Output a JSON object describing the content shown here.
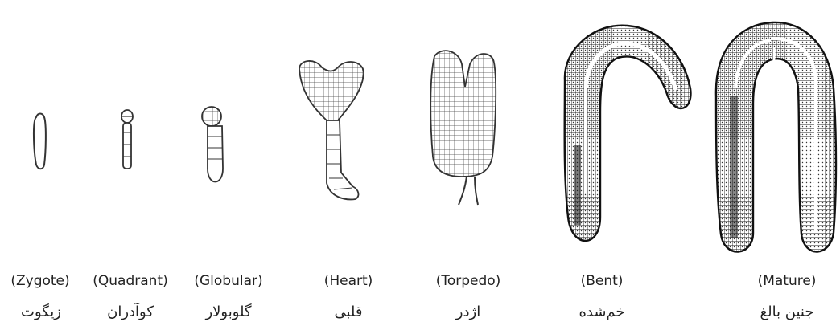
{
  "stages": [
    {
      "en": "(Zygote)",
      "fa": "زیگوت"
    },
    {
      "en": "(Quadrant)",
      "fa": "کوآدران"
    },
    {
      "en": "(Globular)",
      "fa": "گلوبولار"
    },
    {
      "en": "(Heart)",
      "fa": "قلبی"
    },
    {
      "en": "(Torpedo)",
      "fa": "اژدر"
    },
    {
      "en": "(Bent)",
      "fa": "خم‌شده"
    },
    {
      "en": "(Mature)",
      "fa": "جنین بالغ"
    }
  ]
}
